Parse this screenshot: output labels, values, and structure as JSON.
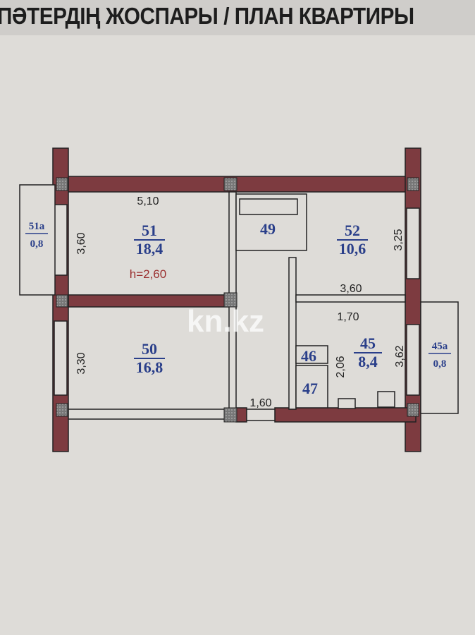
{
  "title": "ПӘТЕРДІҢ ЖОСПАРЫ / ПЛАН КВАРТИРЫ",
  "watermark": "kn.kz",
  "colors": {
    "wall": "#7d3b40",
    "room_label": "#2a3f8a",
    "height_label": "#9b3030"
  },
  "rooms": [
    {
      "id": "51",
      "area": "18,4"
    },
    {
      "id": "50",
      "area": "16,8"
    },
    {
      "id": "49",
      "area": ""
    },
    {
      "id": "52",
      "area": "10,6"
    },
    {
      "id": "45",
      "area": "8,4"
    },
    {
      "id": "46",
      "area": ""
    },
    {
      "id": "47",
      "area": ""
    },
    {
      "id": "51а",
      "area": "0,8"
    },
    {
      "id": "45а",
      "area": "0,8"
    }
  ],
  "ceiling_height": "h=2,60",
  "dimensions": [
    "5,10",
    "3,60",
    "3,30",
    "3,25",
    "3,60",
    "1,70",
    "3,62",
    "2,06",
    "1,60"
  ]
}
